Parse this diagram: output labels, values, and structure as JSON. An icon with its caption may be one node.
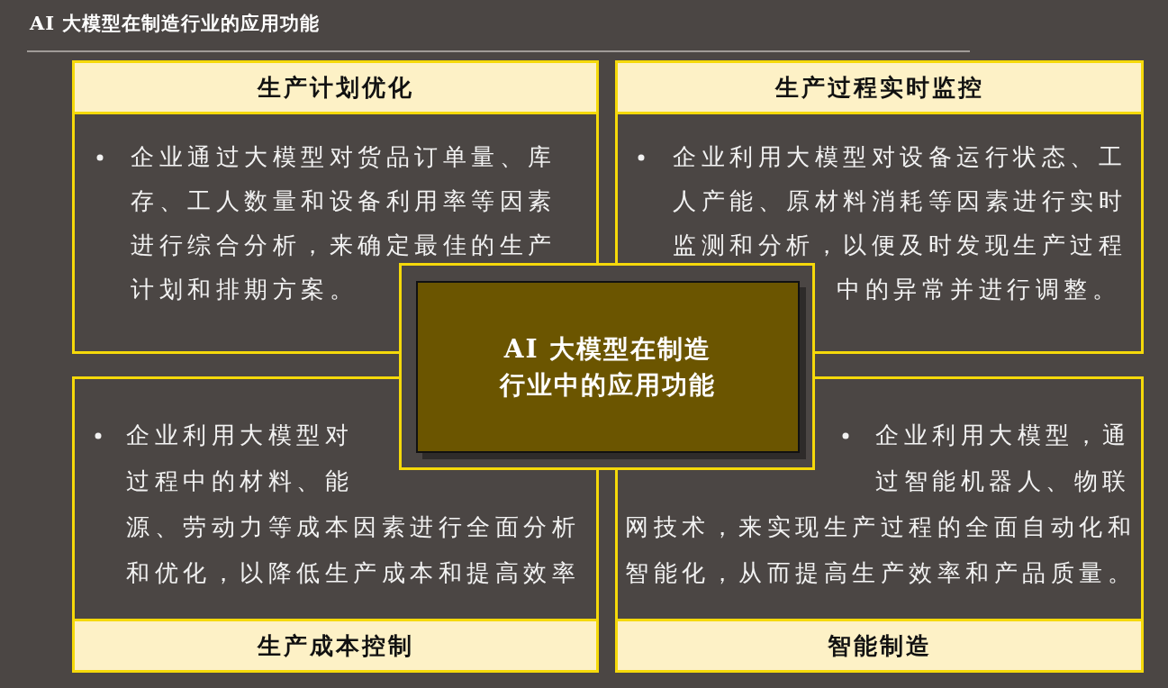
{
  "diagram": {
    "title": "AI 大模型在制造行业的应用功能",
    "nodes": [
      {
        "text": [
          "生产计划优化",
          "企业通过大模型对货品订单量、库存、工人数量和设备利用率等因素进行综合分析，来确定最佳的生产计划和排期方案。"
        ]
      },
      {
        "text": [
          "生产过程实时监控",
          "企业利用大模型对设备运行状态、工人产能、原材料消耗等因素进行实时监测和分析，以便及时发现生产过程中的异常并进行调整。"
        ]
      },
      {
        "text": [
          "AI 大模型在制造行业中的应用功能"
        ]
      },
      {
        "text": [
          "企业利用大模型对过程中的材料、能源、劳动力等成本因素进行全面分析和优化，以降低生产成本和提高效率",
          "生产成本控制"
        ]
      },
      {
        "text": [
          "企业利用大模型，通过智能机器人、物联网技术，来实现生产过程的全面自动化和智能化，从而提高生产效率和产品质量。",
          "智能制造"
        ]
      }
    ],
    "edges": []
  }
}
